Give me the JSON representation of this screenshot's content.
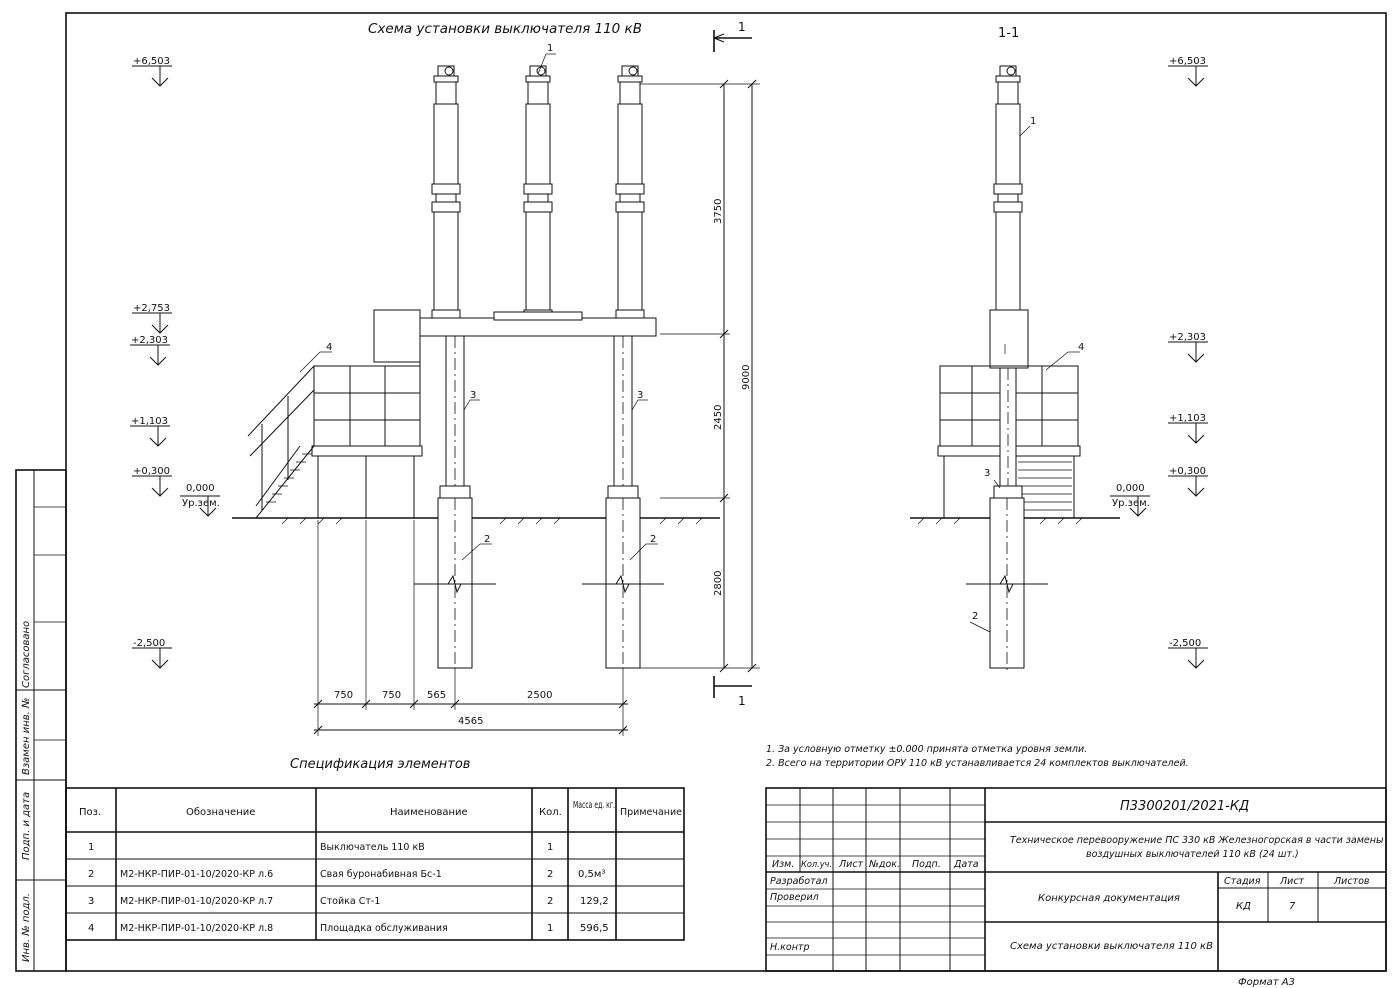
{
  "drawing": {
    "title_main": "Схема установки выключателя 110 кВ",
    "title_section": "1-1",
    "section_mark": "1",
    "spec_title": "Спецификация элементов",
    "ground_label": "Ур.зем.",
    "elev_left": [
      "+6,503",
      "+2,753",
      "+2,303",
      "+1,103",
      "+0,300",
      "0,000",
      "-2,500"
    ],
    "elev_right": [
      "+6,503",
      "+2,303",
      "+1,103",
      "+0,300",
      "0,000",
      "-2,500"
    ],
    "dims_vertical": [
      "3750",
      "2450",
      "9000",
      "2800"
    ],
    "dims_horizontal": [
      "750",
      "750",
      "565",
      "2500",
      "4565"
    ],
    "positions": [
      "1",
      "2",
      "3",
      "4"
    ]
  },
  "notes": [
    "1. За условную отметку ±0.000 принята отметка уровня земли.",
    "2. Всего на территории ОРУ 110 кВ устанавливается 24 комплектов выключателей."
  ],
  "spec_table": {
    "headers": [
      "Поз.",
      "Обозначение",
      "Наименование",
      "Кол.",
      "Масса ед. кг.",
      "Примечание"
    ],
    "rows": [
      {
        "pos": "1",
        "code": "",
        "name": "Выключатель 110 кВ",
        "qty": "1",
        "mass": "",
        "note": ""
      },
      {
        "pos": "2",
        "code": "М2-НКР-ПИР-01-10/2020-КР л.6",
        "name": "Свая буронабивная Бс-1",
        "qty": "2",
        "mass": "0,5м³",
        "note": ""
      },
      {
        "pos": "3",
        "code": "М2-НКР-ПИР-01-10/2020-КР л.7",
        "name": "Стойка Ст-1",
        "qty": "2",
        "mass": "129,2",
        "note": ""
      },
      {
        "pos": "4",
        "code": "М2-НКР-ПИР-01-10/2020-КР л.8",
        "name": "Площадка обслуживания",
        "qty": "1",
        "mass": "596,5",
        "note": ""
      }
    ]
  },
  "side_stamps": [
    "Согласовано",
    "Взамен инв. №",
    "Подп. и дата",
    "Инв. № подл."
  ],
  "title_block": {
    "doc_code": "П3300201/2021-КД",
    "project": "Техническое перевооружение ПС 330 кВ Железногорская в части замены воздушных выключателей 110 кВ (24 шт.)",
    "col_headers": [
      "Изм.",
      "Кол.уч.",
      "Лист",
      "№док.",
      "Подп.",
      "Дата"
    ],
    "roles": [
      "Разработал",
      "Проверил",
      "Н.контр"
    ],
    "stage_headers": [
      "Стадия",
      "Лист",
      "Листов"
    ],
    "stage": "КД",
    "sheet": "7",
    "sheets": "",
    "doc_type": "Конкурсная документация",
    "sheet_name": "Схема установки выключателя 110 кВ",
    "format": "Формат А3"
  }
}
